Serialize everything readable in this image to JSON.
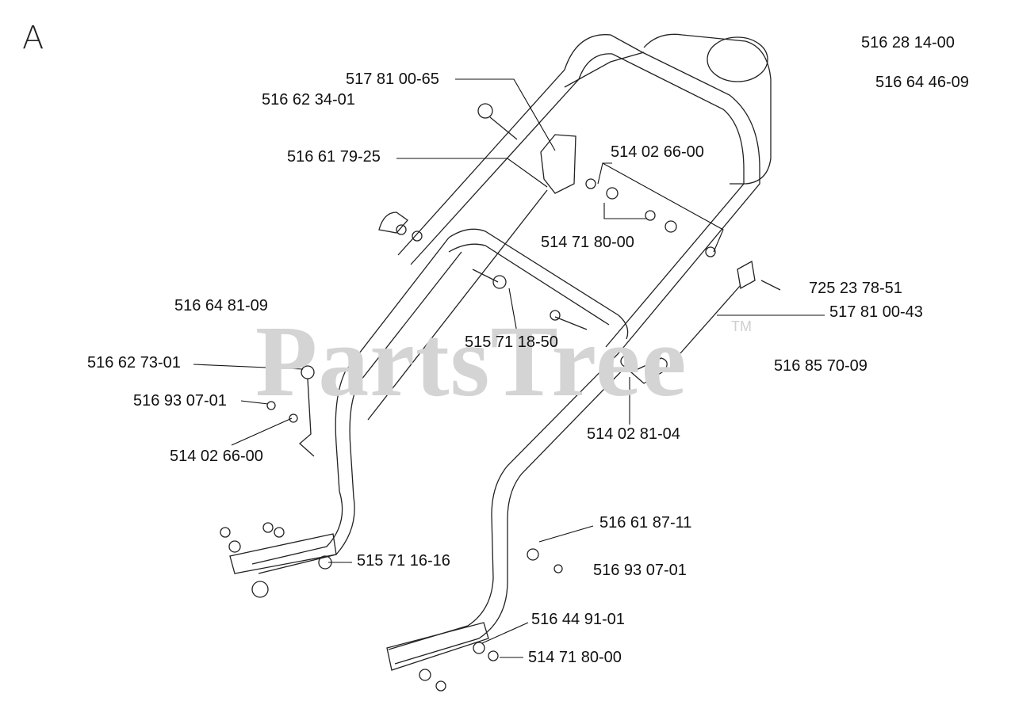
{
  "section_letter": "A",
  "watermark": {
    "text": "PartsTree",
    "trademark": "TM"
  },
  "labels": [
    "516 28 14-00",
    "516 64 46-09",
    "517 81 00-65",
    "516 62 34-01",
    "516 61 79-25",
    "514 02 66-00",
    "514 71 80-00",
    "725 23 78-51",
    "517 81 00-43",
    "516 64 81-09",
    "515 71 18-50",
    "516 85 70-09",
    "516 62 73-01",
    "516 93 07-01",
    "514 02 66-00",
    "514 02 81-04",
    "516 61 87-11",
    "515 71 16-16",
    "516 93 07-01",
    "516 44 91-01",
    "514 71 80-00"
  ]
}
